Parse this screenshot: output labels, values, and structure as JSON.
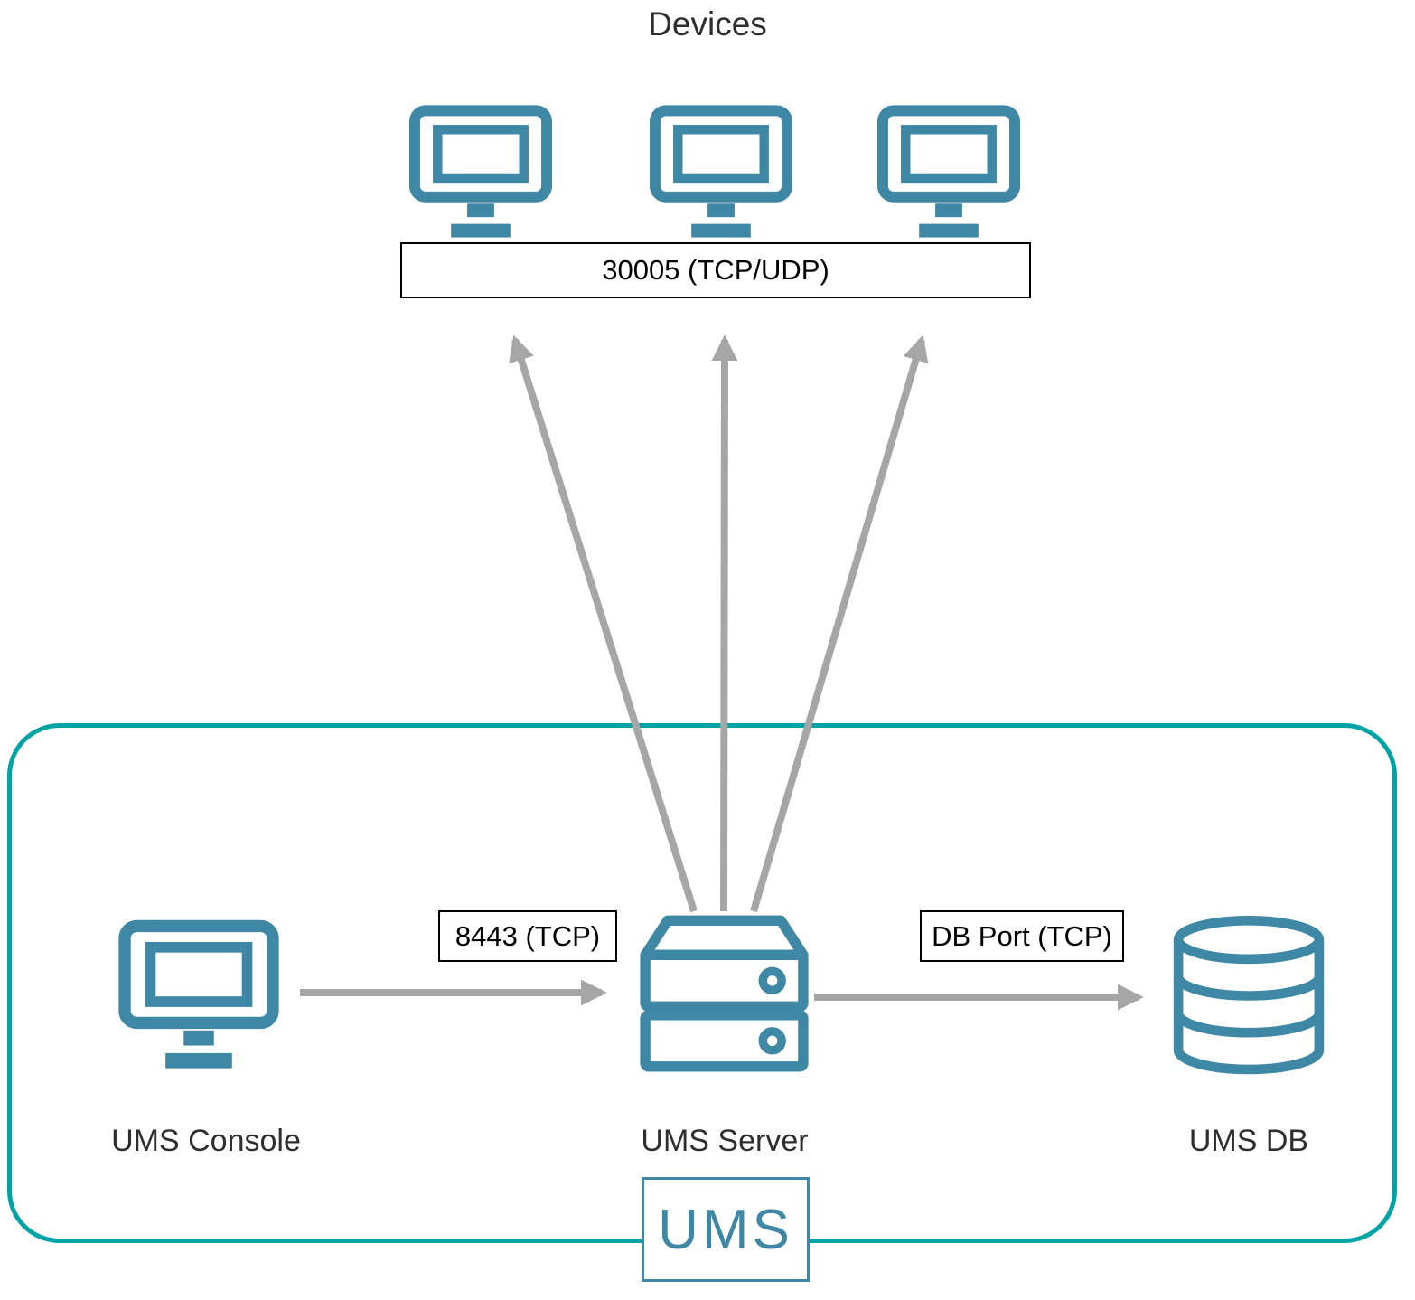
{
  "title": "Devices",
  "ports": {
    "devices": "30005 (TCP/UDP)",
    "console_to_server": "8443 (TCP)",
    "server_to_db": "DB Port (TCP)"
  },
  "nodes": {
    "console": "UMS Console",
    "server": "UMS Server",
    "db": "UMS DB"
  },
  "logo": "UMS",
  "icons": {
    "devices": [
      "monitor-icon",
      "monitor-icon",
      "monitor-icon"
    ],
    "console": "monitor-icon",
    "server": "server-stack-icon",
    "db": "database-cylinder-icon"
  },
  "colors": {
    "icon": "#3e87a5",
    "frame": "#00a4a6",
    "arrow": "#a6a6a6",
    "text": "#2e2e2e"
  }
}
